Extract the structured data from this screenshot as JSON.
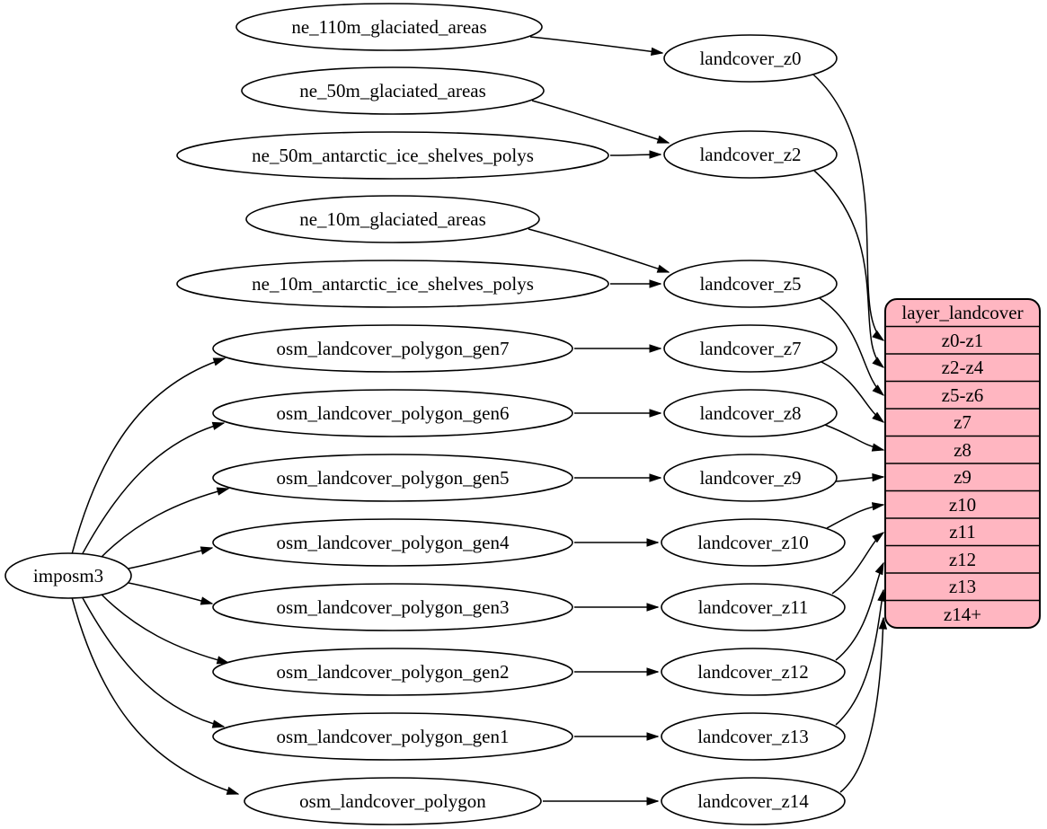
{
  "nodes": {
    "imposm3": "imposm3",
    "ne_110m_glaciated_areas": "ne_110m_glaciated_areas",
    "ne_50m_glaciated_areas": "ne_50m_glaciated_areas",
    "ne_50m_antarctic_ice_shelves_polys": "ne_50m_antarctic_ice_shelves_polys",
    "ne_10m_glaciated_areas": "ne_10m_glaciated_areas",
    "ne_10m_antarctic_ice_shelves_polys": "ne_10m_antarctic_ice_shelves_polys",
    "osm_landcover_polygon_gen7": "osm_landcover_polygon_gen7",
    "osm_landcover_polygon_gen6": "osm_landcover_polygon_gen6",
    "osm_landcover_polygon_gen5": "osm_landcover_polygon_gen5",
    "osm_landcover_polygon_gen4": "osm_landcover_polygon_gen4",
    "osm_landcover_polygon_gen3": "osm_landcover_polygon_gen3",
    "osm_landcover_polygon_gen2": "osm_landcover_polygon_gen2",
    "osm_landcover_polygon_gen1": "osm_landcover_polygon_gen1",
    "osm_landcover_polygon": "osm_landcover_polygon",
    "landcover_z0": "landcover_z0",
    "landcover_z2": "landcover_z2",
    "landcover_z5": "landcover_z5",
    "landcover_z7": "landcover_z7",
    "landcover_z8": "landcover_z8",
    "landcover_z9": "landcover_z9",
    "landcover_z10": "landcover_z10",
    "landcover_z11": "landcover_z11",
    "landcover_z12": "landcover_z12",
    "landcover_z13": "landcover_z13",
    "landcover_z14": "landcover_z14"
  },
  "table": {
    "title": "layer_landcover",
    "rows": [
      "z0-z1",
      "z2-z4",
      "z5-z6",
      "z7",
      "z8",
      "z9",
      "z10",
      "z11",
      "z12",
      "z13",
      "z14+"
    ]
  },
  "edges": [
    {
      "from": "ne_110m_glaciated_areas",
      "to": "landcover_z0"
    },
    {
      "from": "ne_50m_glaciated_areas",
      "to": "landcover_z2"
    },
    {
      "from": "ne_50m_antarctic_ice_shelves_polys",
      "to": "landcover_z2"
    },
    {
      "from": "ne_10m_glaciated_areas",
      "to": "landcover_z5"
    },
    {
      "from": "ne_10m_antarctic_ice_shelves_polys",
      "to": "landcover_z5"
    },
    {
      "from": "imposm3",
      "to": "osm_landcover_polygon_gen7"
    },
    {
      "from": "imposm3",
      "to": "osm_landcover_polygon_gen6"
    },
    {
      "from": "imposm3",
      "to": "osm_landcover_polygon_gen5"
    },
    {
      "from": "imposm3",
      "to": "osm_landcover_polygon_gen4"
    },
    {
      "from": "imposm3",
      "to": "osm_landcover_polygon_gen3"
    },
    {
      "from": "imposm3",
      "to": "osm_landcover_polygon_gen2"
    },
    {
      "from": "imposm3",
      "to": "osm_landcover_polygon_gen1"
    },
    {
      "from": "imposm3",
      "to": "osm_landcover_polygon"
    },
    {
      "from": "osm_landcover_polygon_gen7",
      "to": "landcover_z7"
    },
    {
      "from": "osm_landcover_polygon_gen6",
      "to": "landcover_z8"
    },
    {
      "from": "osm_landcover_polygon_gen5",
      "to": "landcover_z9"
    },
    {
      "from": "osm_landcover_polygon_gen4",
      "to": "landcover_z10"
    },
    {
      "from": "osm_landcover_polygon_gen3",
      "to": "landcover_z11"
    },
    {
      "from": "osm_landcover_polygon_gen2",
      "to": "landcover_z12"
    },
    {
      "from": "osm_landcover_polygon_gen1",
      "to": "landcover_z13"
    },
    {
      "from": "osm_landcover_polygon",
      "to": "landcover_z14"
    },
    {
      "from": "landcover_z0",
      "to": "layer_landcover:z0-z1"
    },
    {
      "from": "landcover_z2",
      "to": "layer_landcover:z2-z4"
    },
    {
      "from": "landcover_z5",
      "to": "layer_landcover:z5-z6"
    },
    {
      "from": "landcover_z7",
      "to": "layer_landcover:z7"
    },
    {
      "from": "landcover_z8",
      "to": "layer_landcover:z8"
    },
    {
      "from": "landcover_z9",
      "to": "layer_landcover:z9"
    },
    {
      "from": "landcover_z10",
      "to": "layer_landcover:z10"
    },
    {
      "from": "landcover_z11",
      "to": "layer_landcover:z11"
    },
    {
      "from": "landcover_z12",
      "to": "layer_landcover:z12"
    },
    {
      "from": "landcover_z13",
      "to": "layer_landcover:z13"
    },
    {
      "from": "landcover_z14",
      "to": "layer_landcover:z14+"
    }
  ],
  "colors": {
    "record_fill": "#ffb6c1",
    "node_fill": "#ffffff",
    "stroke": "#000000",
    "background": "#ffffff"
  }
}
